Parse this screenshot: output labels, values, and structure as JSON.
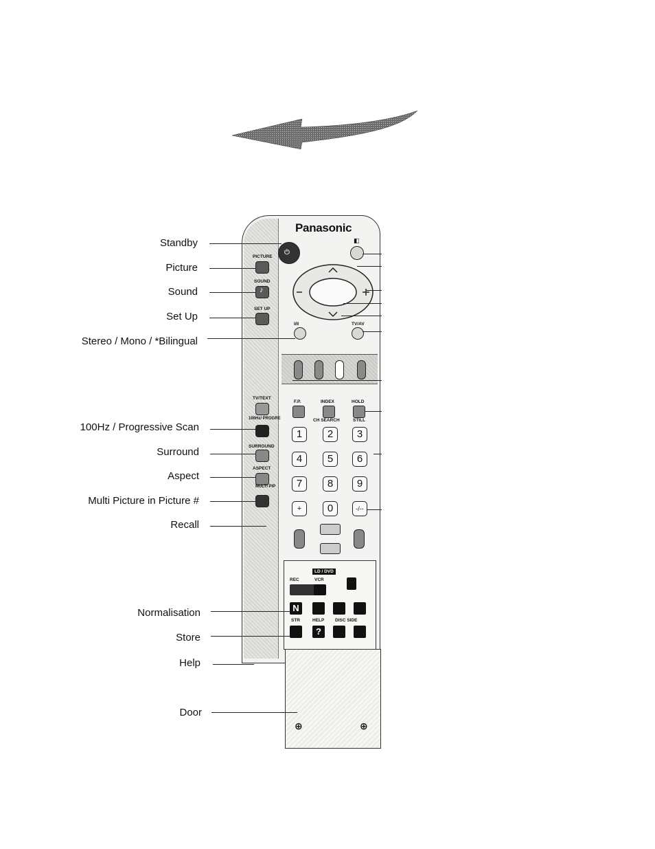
{
  "brand": "Panasonic",
  "labels": {
    "standby": "Standby",
    "picture": "Picture",
    "sound": "Sound",
    "setup": "Set Up",
    "stereo": "Stereo / Mono / *Bilingual",
    "progressive": "100Hz / Progressive Scan",
    "surround": "Surround",
    "aspect": "Aspect",
    "multi_pip": "Multi Picture in Picture #",
    "recall": "Recall",
    "normalisation": "Normalisation",
    "store": "Store",
    "help": "Help",
    "door": "Door"
  },
  "button_text": {
    "picture": "PICTURE",
    "sound": "SOUND",
    "setup": "SET UP",
    "tv_text": "TV/TEXT",
    "progressive": "100Hz/ PROGRE",
    "surround": "SURROUND",
    "aspect": "ASPECT",
    "multi_pip": "MULTI PIP",
    "io": "I/II",
    "tv_av": "TV/AV",
    "fp": "F.P.",
    "index": "INDEX",
    "hold": "HOLD",
    "ch_search": "CH SEARCH",
    "still": "STILL",
    "ld_dvd": "LD / DVD",
    "rec": "REC",
    "vcr": "VCR",
    "str": "STR",
    "help": "HELP",
    "disc_side": "DISC SIDE",
    "normalisation_key": "N",
    "help_key": "?"
  },
  "numbers": [
    "1",
    "2",
    "3",
    "4",
    "5",
    "6",
    "7",
    "8",
    "9",
    "+",
    "0",
    "-/--"
  ],
  "color_keys": [
    "#8a8a8a",
    "#8a8a8a",
    "#ffffff",
    "#8a8a8a"
  ]
}
